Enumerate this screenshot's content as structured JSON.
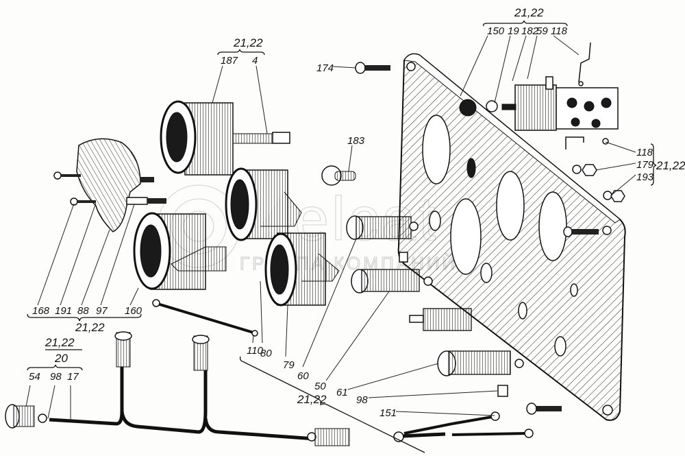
{
  "diagram": {
    "title": "Instrument panel exploded view",
    "watermark": {
      "brand": "elcat",
      "tagline": "ГРУППА КОМПАНИЙ"
    },
    "groups": {
      "top_right": {
        "ref": "21,22",
        "parts": [
          "150",
          "19",
          "182",
          "59",
          "118"
        ]
      },
      "top_center": {
        "ref": "21,22",
        "parts": [
          "187",
          "4"
        ]
      },
      "right_side": {
        "ref": "21,22",
        "parts": [
          "118",
          "179",
          "193"
        ]
      },
      "left_bottom": {
        "ref": "21,22",
        "parts": [
          "168",
          "191",
          "88",
          "97",
          "160"
        ]
      },
      "harness": {
        "ref_top": "21,22",
        "ref_bottom": "20",
        "parts": [
          "54",
          "98",
          "17"
        ]
      },
      "diagonal": {
        "ref": "21,22",
        "parts": [
          "110",
          "80",
          "79",
          "60",
          "50",
          "61",
          "98",
          "151"
        ]
      }
    },
    "single_labels": {
      "screw_top": "174",
      "bulb": "183"
    }
  }
}
